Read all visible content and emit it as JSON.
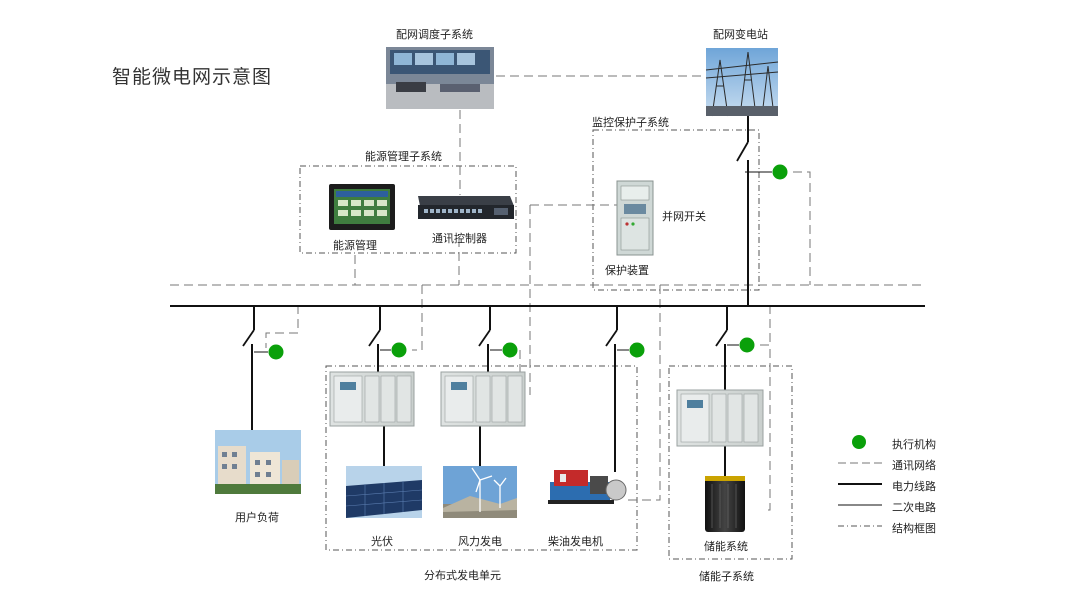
{
  "title": "智能微电网示意图",
  "labels": {
    "dispatch_subsystem": "配网调度子系统",
    "substation": "配网变电站",
    "energy_mgmt_subsystem": "能源管理子系统",
    "energy_mgmt": "能源管理",
    "comm_controller": "通讯控制器",
    "monitor_protect_subsystem": "监控保护子系统",
    "grid_switch": "并网开关",
    "protection_device": "保护装置",
    "user_load": "用户负荷",
    "pv": "光伏",
    "wind": "风力发电",
    "diesel": "柴油发电机",
    "distributed_unit": "分布式发电单元",
    "storage": "储能系统",
    "storage_subsystem": "储能子系统"
  },
  "legend": [
    {
      "label": "执行机构",
      "style": "dot"
    },
    {
      "label": "通讯网络",
      "style": "dashed"
    },
    {
      "label": "电力线路",
      "style": "thick"
    },
    {
      "label": "二次电路",
      "style": "thin"
    },
    {
      "label": "结构框图",
      "style": "dashdot"
    }
  ],
  "colors": {
    "actuator": "#0aa00a",
    "line": "#111111",
    "comm": "#777777"
  }
}
